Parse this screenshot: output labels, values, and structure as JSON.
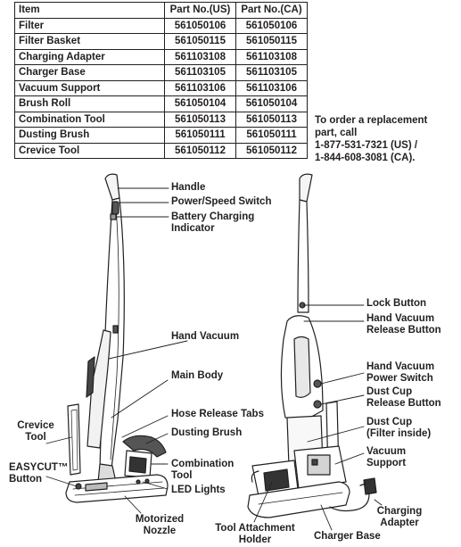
{
  "table": {
    "headers": [
      "Item",
      "Part No.(US)",
      "Part No.(CA)"
    ],
    "rows": [
      [
        "Filter",
        "561050106",
        "561050106"
      ],
      [
        "Filter Basket",
        "561050115",
        "561050115"
      ],
      [
        "Charging Adapter",
        "561103108",
        "561103108"
      ],
      [
        "Charger Base",
        "561103105",
        "561103105"
      ],
      [
        "Vacuum Support",
        "561103106",
        "561103106"
      ],
      [
        "Brush Roll",
        "561050104",
        "561050104"
      ],
      [
        "Combination Tool",
        "561050113",
        "561050113"
      ],
      [
        "Dusting Brush",
        "561050111",
        "561050111"
      ],
      [
        "Crevice Tool",
        "561050112",
        "561050112"
      ]
    ]
  },
  "order_note": {
    "line1": "To order a replacement",
    "line2": "part, call",
    "line3": "1-877-531-7321 (US) /",
    "line4": "1-844-608-3081 (CA)."
  },
  "labels": {
    "handle": "Handle",
    "power_speed_switch": "Power/Speed Switch",
    "battery_charging_1": "Battery Charging",
    "battery_charging_2": "Indicator",
    "hand_vacuum": "Hand Vacuum",
    "main_body": "Main Body",
    "hose_release_tabs": "Hose Release Tabs",
    "dusting_brush": "Dusting Brush",
    "combination_tool_1": "Combination",
    "combination_tool_2": "Tool",
    "led_lights": "LED Lights",
    "crevice_tool_1": "Crevice",
    "crevice_tool_2": "Tool",
    "easycut_1": "EASYCUT™",
    "easycut_2": "Button",
    "motorized_nozzle_1": "Motorized",
    "motorized_nozzle_2": "Nozzle",
    "lock_button": "Lock Button",
    "hand_vacuum_release_1": "Hand Vacuum",
    "hand_vacuum_release_2": "Release Button",
    "hand_vacuum_power_1": "Hand Vacuum",
    "hand_vacuum_power_2": "Power Switch",
    "dust_cup_release_1": "Dust Cup",
    "dust_cup_release_2": "Release Button",
    "dust_cup_1": "Dust Cup",
    "dust_cup_2": "(Filter inside)",
    "vacuum_support_1": "Vacuum",
    "vacuum_support_2": "Support",
    "charging_adapter_1": "Charging",
    "charging_adapter_2": "Adapter",
    "tool_holder_1": "Tool Attachment",
    "tool_holder_2": "Holder",
    "charger_base": "Charger Base"
  }
}
